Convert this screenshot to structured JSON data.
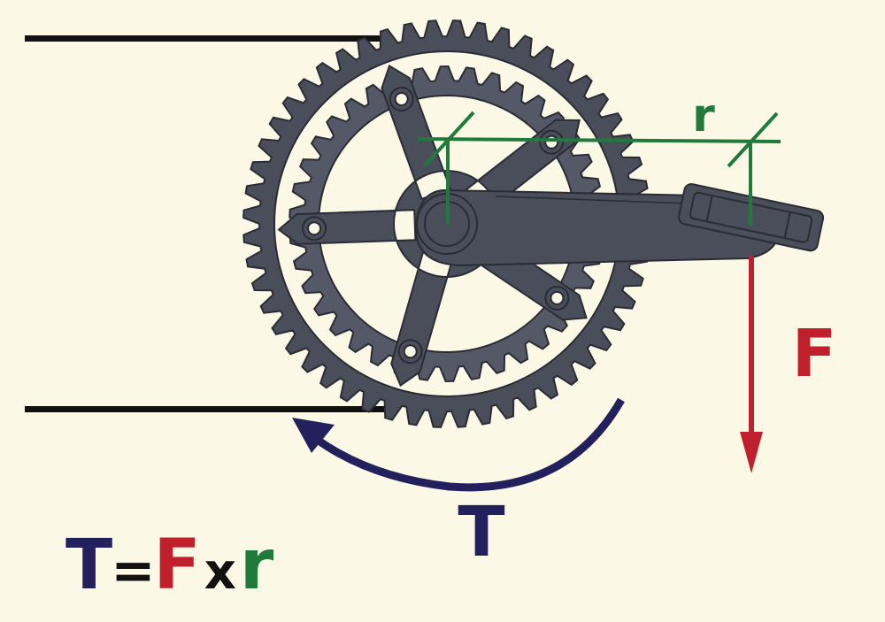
{
  "labels": {
    "radius": "r",
    "force": "F",
    "torque": "T"
  },
  "formula": {
    "lhs": "T",
    "equals": "=",
    "force": "F",
    "times": "x",
    "radius": "r"
  },
  "colors": {
    "background": "#fbf8e6",
    "crank_metal": "#4a4d5a",
    "crank_outline": "#2a2c35",
    "chain_lines": "#111111",
    "radius_green": "#1f7a3b",
    "force_red": "#c0202c",
    "torque_navy": "#23205e",
    "formula_times": "#111111"
  },
  "icons": {
    "crankset": "crankset-icon",
    "pedal": "pedal-icon",
    "force_arrow": "arrow-down-icon",
    "torque_arrow": "curved-arrow-icon"
  }
}
